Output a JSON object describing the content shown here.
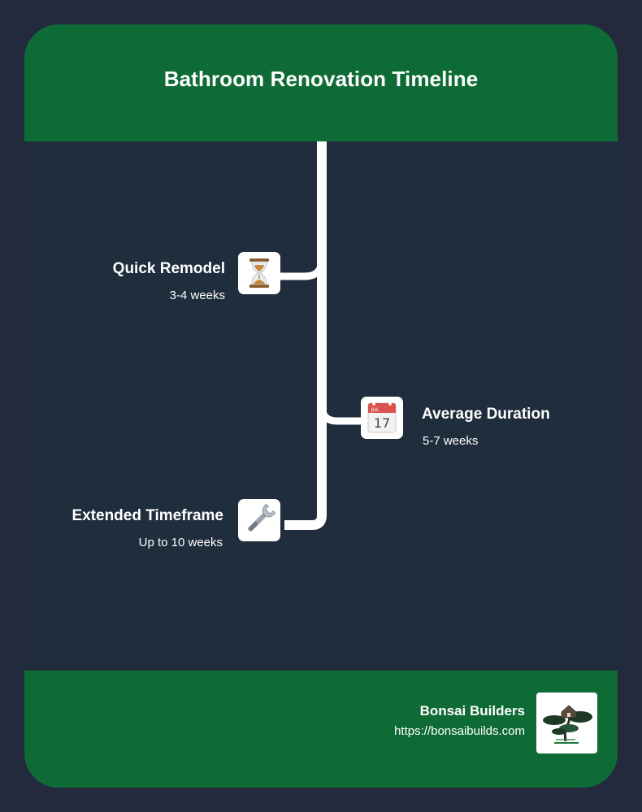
{
  "title": "Bathroom Renovation Timeline",
  "colors": {
    "page_background": "#232a3e",
    "card_background": "#1f2d3c",
    "header_footer": "#0f6b36",
    "timeline_line": "#ffffff",
    "text": "#ffffff"
  },
  "stages": [
    {
      "title": "Quick Remodel",
      "duration": "3-4 weeks",
      "icon": "hourglass-icon",
      "side": "left"
    },
    {
      "title": "Average Duration",
      "duration": "5-7 weeks",
      "icon": "calendar-icon",
      "side": "right",
      "calendar_month": "JUL",
      "calendar_day": "17"
    },
    {
      "title": "Extended Timeframe",
      "duration": "Up to 10 weeks",
      "icon": "wrench-icon",
      "side": "left"
    }
  ],
  "footer": {
    "brand_name": "Bonsai Builders",
    "url": "https://bonsaibuilds.com",
    "logo_icon": "bonsai-house-logo-icon"
  }
}
